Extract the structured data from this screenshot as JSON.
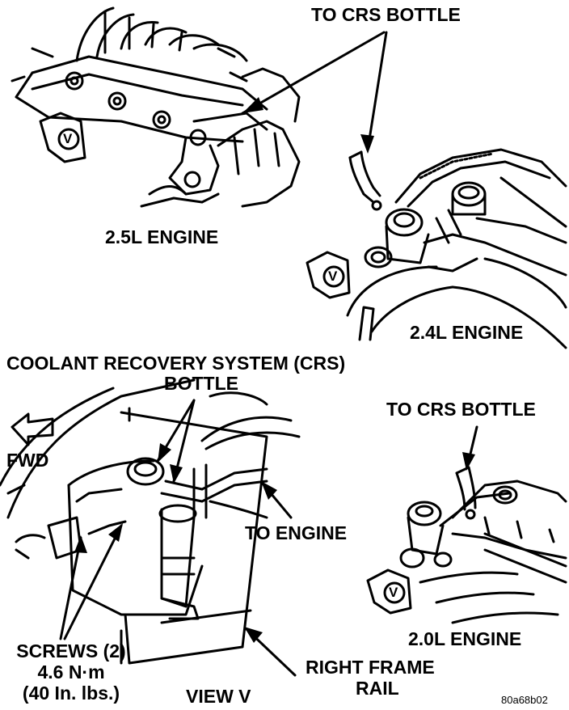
{
  "labels": {
    "to_crs_bottle_top": "TO CRS BOTTLE",
    "engine_25": "2.5L ENGINE",
    "engine_24": "2.4L ENGINE",
    "crs_title_line1": "COOLANT RECOVERY SYSTEM (CRS)",
    "crs_title_line2": "BOTTLE",
    "fwd": "FWD",
    "to_crs_bottle_right": "TO CRS BOTTLE",
    "to_engine": "TO ENGINE",
    "screws_line1": "SCREWS (2)",
    "screws_line2": "4.6 N·m",
    "screws_line3": "(40 In. lbs.)",
    "right_frame_line1": "RIGHT FRAME",
    "right_frame_line2": "RAIL",
    "view_v": "VIEW V",
    "engine_20": "2.0L ENGINE",
    "figure_code": "80a68b02",
    "view_marker": "V"
  },
  "colors": {
    "ink": "#000000",
    "paper": "#ffffff"
  }
}
